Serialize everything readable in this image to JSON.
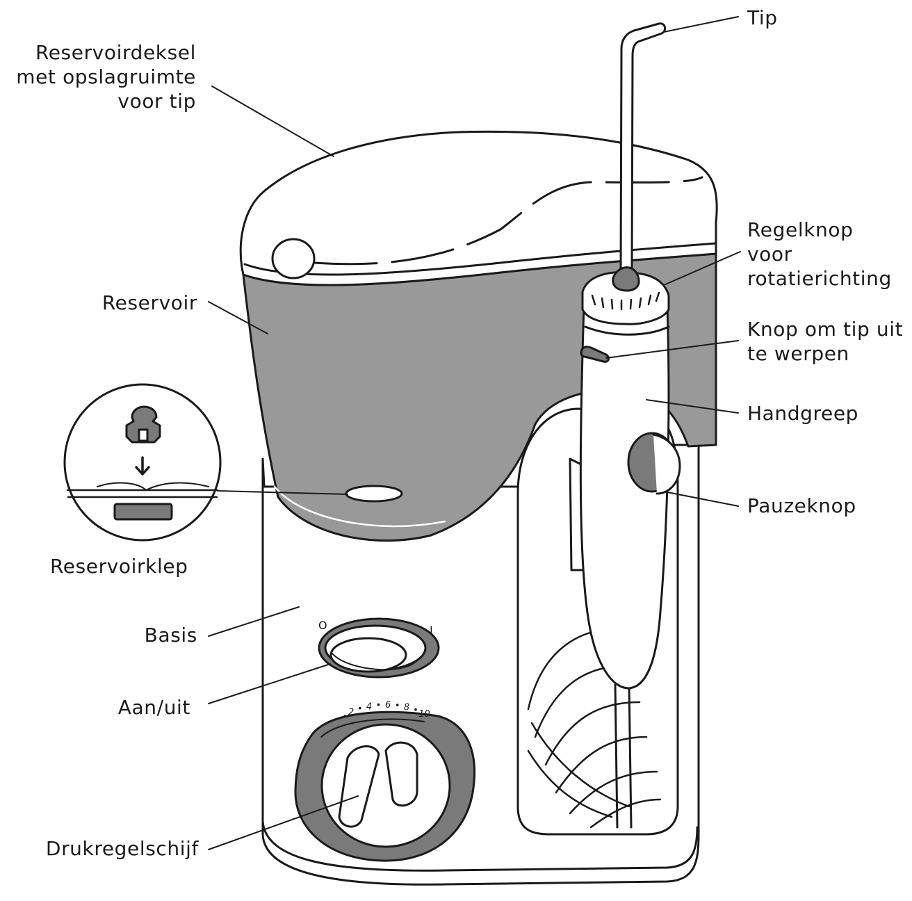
{
  "labels": {
    "tip": "Tip",
    "lid": "Reservoirdeksel\nmet opslagruimte\nvoor tip",
    "reservoir": "Reservoir",
    "rotation_knob": "Regelknop\nvoor\nrotatierichting",
    "eject_button": "Knop om tip uit\nte werpen",
    "handle": "Handgreep",
    "pause_button": "Pauzeknop",
    "reservoir_valve": "Reservoirklep",
    "base": "Basis",
    "power_switch": "Aan/uit",
    "pressure_dial": "Drukregelschijf"
  },
  "switch_marks": {
    "off": "O",
    "on": "I"
  },
  "dial_scale": [
    "2",
    "4",
    "6",
    "8",
    "10"
  ],
  "colors": {
    "outline": "#1a1a1a",
    "reservoir_fill": "#999999",
    "dark_part": "#7a7a7a",
    "background": "#ffffff"
  }
}
